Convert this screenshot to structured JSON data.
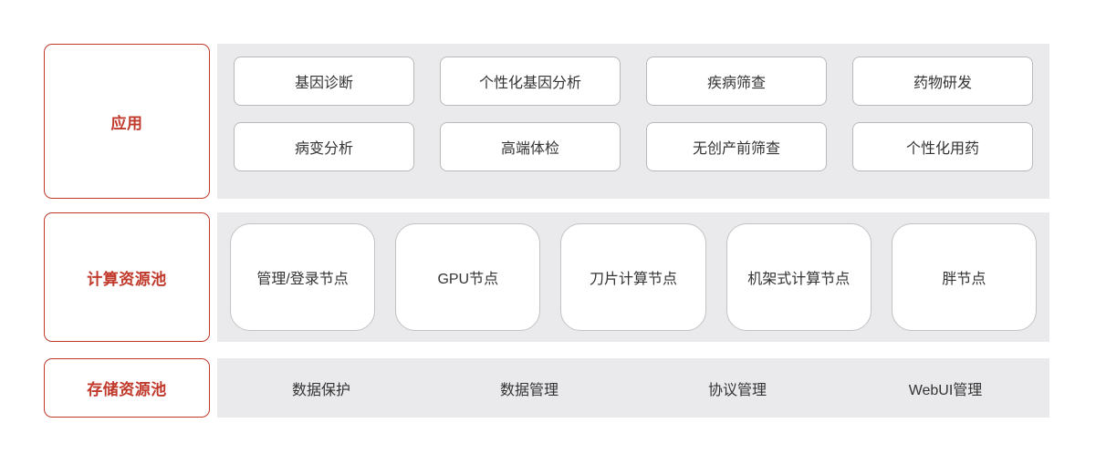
{
  "theme": {
    "accent_red": "#c0392b",
    "panel_gray": "#eaeaec",
    "box_white": "#ffffff",
    "box_border": "#b9b9bb",
    "text_dark": "#333333",
    "page_background": "#ffffff"
  },
  "rows": [
    {
      "id": "application",
      "label": "应用",
      "items": [
        "基因诊断",
        "个性化基因分析",
        "疾病筛查",
        "药物研发",
        "病变分析",
        "高端体检",
        "无创产前筛查",
        "个性化用药"
      ]
    },
    {
      "id": "compute-resource-pool",
      "label": "计算资源池",
      "items": [
        "管理/登录节点",
        "GPU节点",
        "刀片计算节点",
        "机架式计算节点",
        "胖节点"
      ]
    },
    {
      "id": "storage-resource-pool",
      "label": "存储资源池",
      "items": [
        "数据保护",
        "数据管理",
        "协议管理",
        "WebUI管理"
      ]
    }
  ]
}
